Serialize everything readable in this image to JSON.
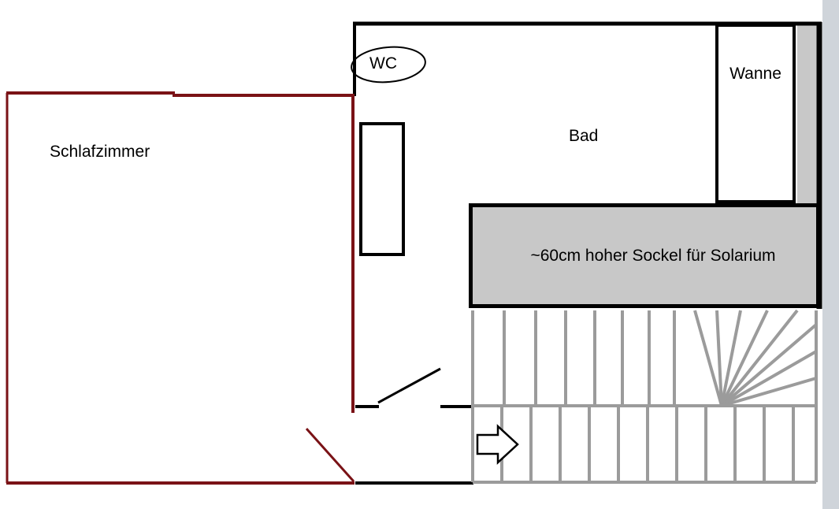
{
  "labels": {
    "schlafzimmer": "Schlafzimmer",
    "wc": "WC",
    "bad": "Bad",
    "wanne": "Wanne",
    "sockel": "~60cm hoher Sockel für Solarium"
  },
  "icons": {
    "entry_arrow": "right-arrow-outline-icon"
  },
  "colors": {
    "wall_red": "#7a1216",
    "wall_black": "#000000",
    "stair_gray": "#9b9b9b",
    "sockel_fill": "#c8c8c8",
    "canvas_edge": "#cfd4da",
    "background": "#ffffff"
  }
}
